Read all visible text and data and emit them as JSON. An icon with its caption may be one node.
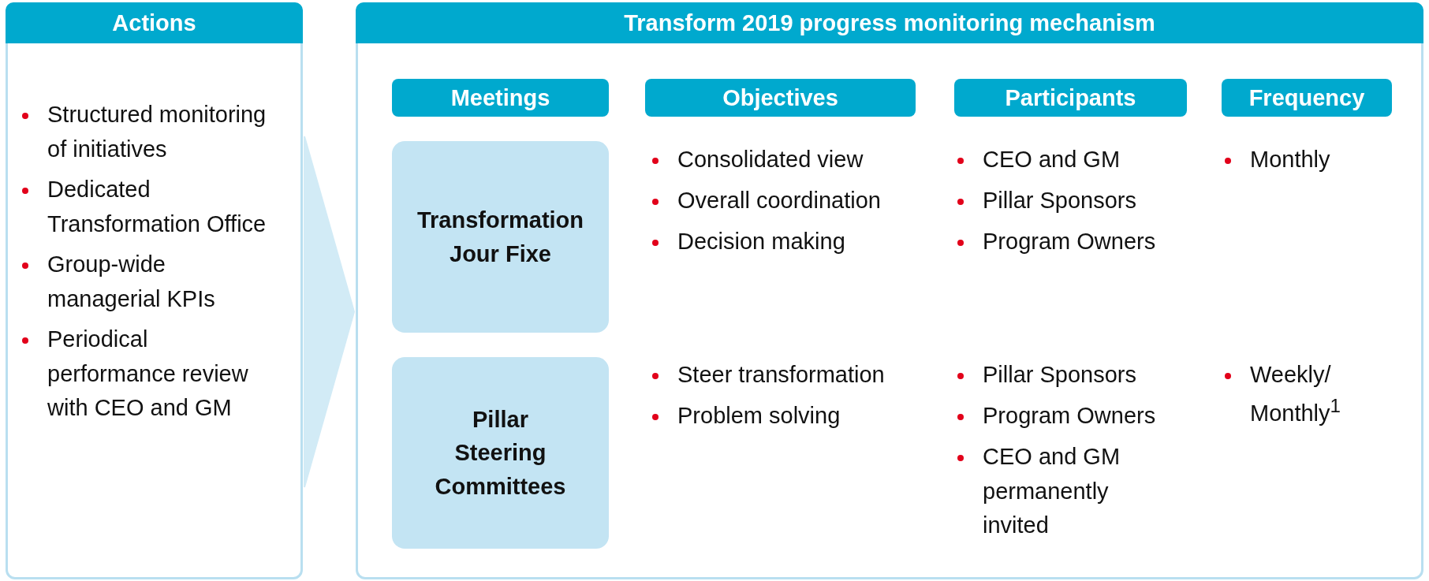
{
  "diagram": {
    "nodes": [
      {
        "text": [
          "Actions",
          "Structured monitoring of initiatives",
          "Dedicated Transformation Office",
          "Group-wide managerial KPIs",
          "Periodical performance review with CEO and GM"
        ]
      },
      {
        "text": [
          "Transform 2019 progress monitoring mechanism"
        ]
      },
      {
        "text": [
          "Meetings"
        ],
        "in": 1
      },
      {
        "text": [
          "Objectives"
        ],
        "in": 1
      },
      {
        "text": [
          "Participants"
        ],
        "in": 1
      },
      {
        "text": [
          "Frequency"
        ],
        "in": 1
      },
      {
        "text": [
          "Transformation Jour Fixe"
        ],
        "in": 1
      },
      {
        "text": [
          "Pillar Steering Committees"
        ],
        "in": 1
      }
    ],
    "edges": [
      {
        "from": 0,
        "to": 1,
        "arrow": "to"
      }
    ],
    "labels": [
      "Consolidated view",
      "Overall coordination",
      "Decision making",
      "CEO and GM",
      "Pillar Sponsors",
      "Program Owners",
      "Monthly",
      "Steer transformation",
      "Problem solving",
      "Pillar Sponsors",
      "Program Owners",
      "CEO and GM permanently invited",
      "Weekly/ Monthly$^{1}$"
    ]
  }
}
